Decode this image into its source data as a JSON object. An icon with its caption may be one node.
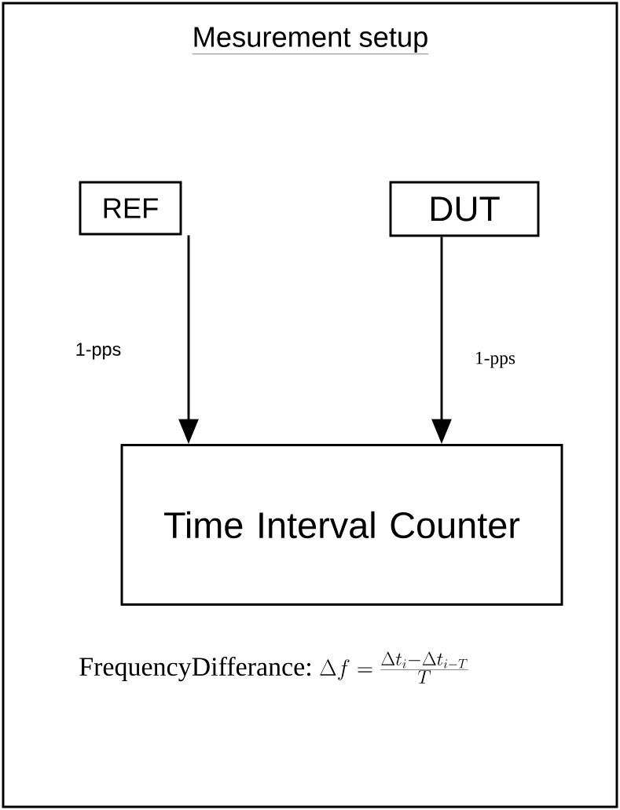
{
  "diagram": {
    "title": "Mesurement setup",
    "nodes": [
      {
        "text": [
          "REF"
        ]
      },
      {
        "text": [
          "DUT"
        ]
      },
      {
        "text": [
          "Time Interval Counter"
        ]
      }
    ],
    "edges": [
      {
        "from": 0,
        "to": 2,
        "arrow": "to",
        "label": "1-pps"
      },
      {
        "from": 1,
        "to": 2,
        "arrow": "to",
        "label": "1-pps"
      }
    ],
    "labels": [
      "FrequencyDifferance:",
      "\\Delta f = \\frac{\\Delta t_{i} - \\Delta t_{i-T}}{T}"
    ]
  }
}
